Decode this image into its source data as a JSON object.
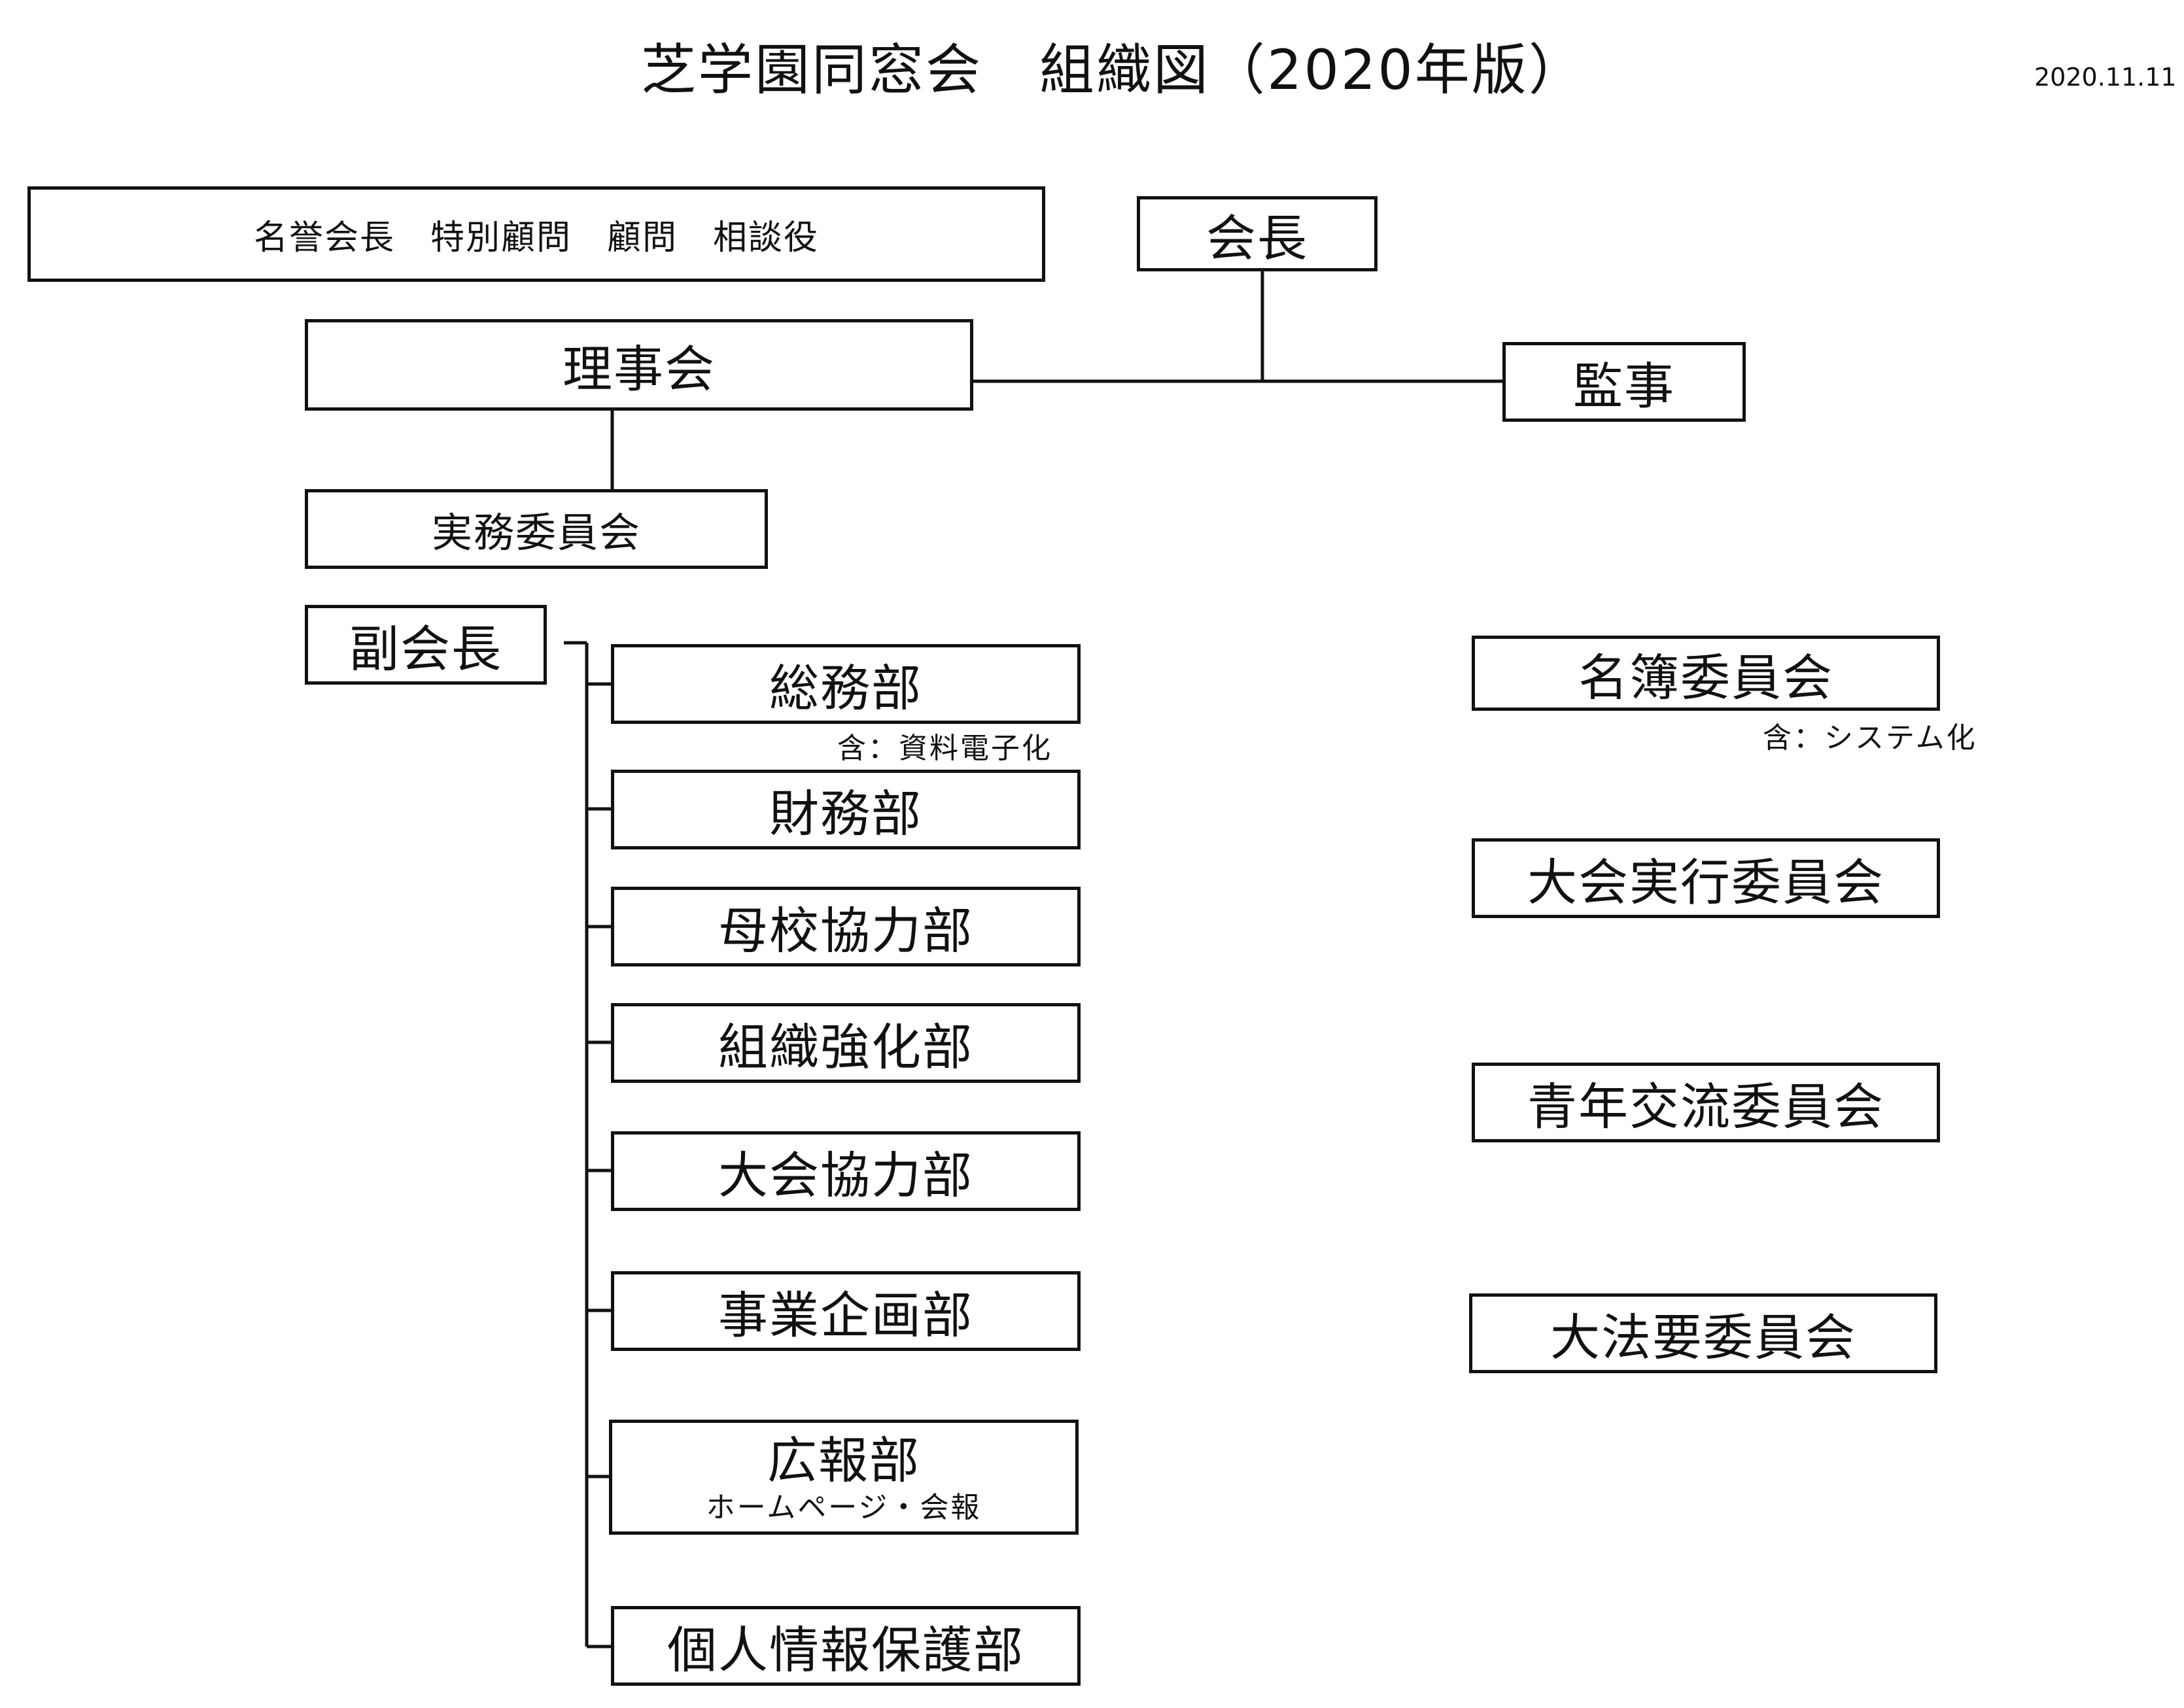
{
  "header": {
    "title": "芝学園同窓会　組織図（2020年版）",
    "date": "2020.11.11"
  },
  "top": {
    "honorary": "名誉会長　特別顧問　顧問　相談役",
    "president": "会長",
    "board": "理事会",
    "auditor": "監事",
    "working_committee": "実務委員会",
    "vice_president": "副会長"
  },
  "departments": [
    {
      "label": "総務部",
      "note": "含：資料電子化"
    },
    {
      "label": "財務部"
    },
    {
      "label": "母校協力部"
    },
    {
      "label": "組織強化部"
    },
    {
      "label": "大会協力部"
    },
    {
      "label": "事業企画部"
    },
    {
      "label": "広報部",
      "sub": "ホームページ・会報"
    },
    {
      "label": "個人情報保護部"
    }
  ],
  "committees": [
    {
      "label": "名簿委員会",
      "note": "含：システム化"
    },
    {
      "label": "大会実行委員会"
    },
    {
      "label": "青年交流委員会"
    },
    {
      "label": "大法要委員会"
    }
  ]
}
